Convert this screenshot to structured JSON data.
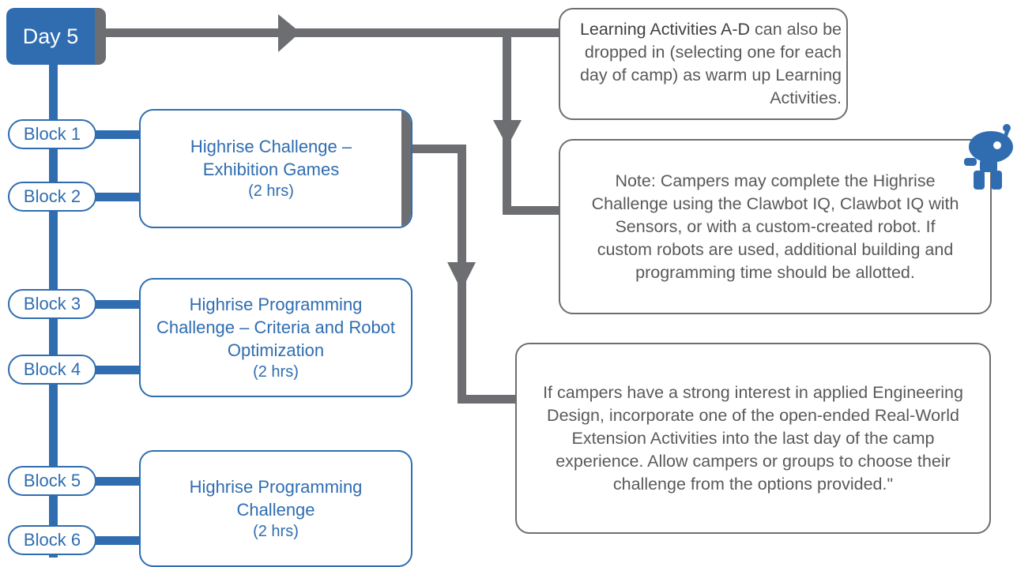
{
  "day_label": "Day 5",
  "colors": {
    "blue": "#2f6db0",
    "grey": "#6d6e71",
    "text_grey": "#58595b"
  },
  "blocks": [
    "Block 1",
    "Block 2",
    "Block 3",
    "Block 4",
    "Block 5",
    "Block 6"
  ],
  "activities": [
    {
      "title": "Highrise Challenge – Exhibition Games",
      "duration": "(2 hrs)"
    },
    {
      "title": "Highrise Programming Challenge – Criteria and Robot Optimization",
      "duration": "(2 hrs)"
    },
    {
      "title": "Highrise Programming Challenge",
      "duration": "(2 hrs)"
    }
  ],
  "notes": {
    "learning_activities": {
      "bold": "Learning Activities A-D",
      "text": " can also be dropped in (selecting one for each day of camp) as warm up Learning Activities."
    },
    "campers_note": "Note: Campers may complete the Highrise Challenge using the Clawbot IQ, Clawbot IQ with Sensors, or with a custom-created robot. If custom robots are used, additional building and programming time should be allotted.",
    "engineering_note": "If campers have a strong interest in applied Engineering Design, incorporate one of the open-ended Real-World Extension Activities into the last day of the camp experience. Allow campers or groups to choose their challenge from the options provided.\""
  },
  "icons": {
    "mascot": "robot-mascot-icon"
  }
}
